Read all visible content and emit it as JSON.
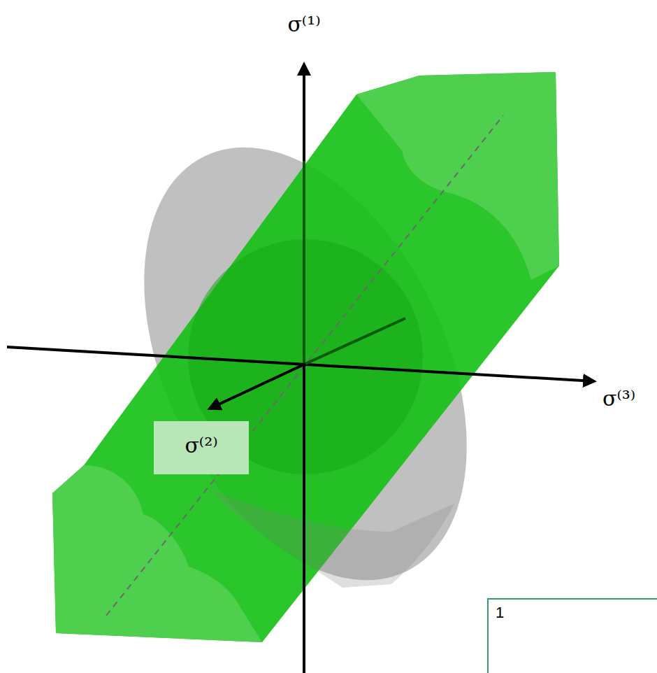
{
  "diagram": {
    "nodes": [
      {
        "text": [
          "1"
        ]
      }
    ],
    "labels": [
      "σ⁽¹⁾",
      "σ⁽²⁾",
      "σ⁽³⁾"
    ]
  }
}
